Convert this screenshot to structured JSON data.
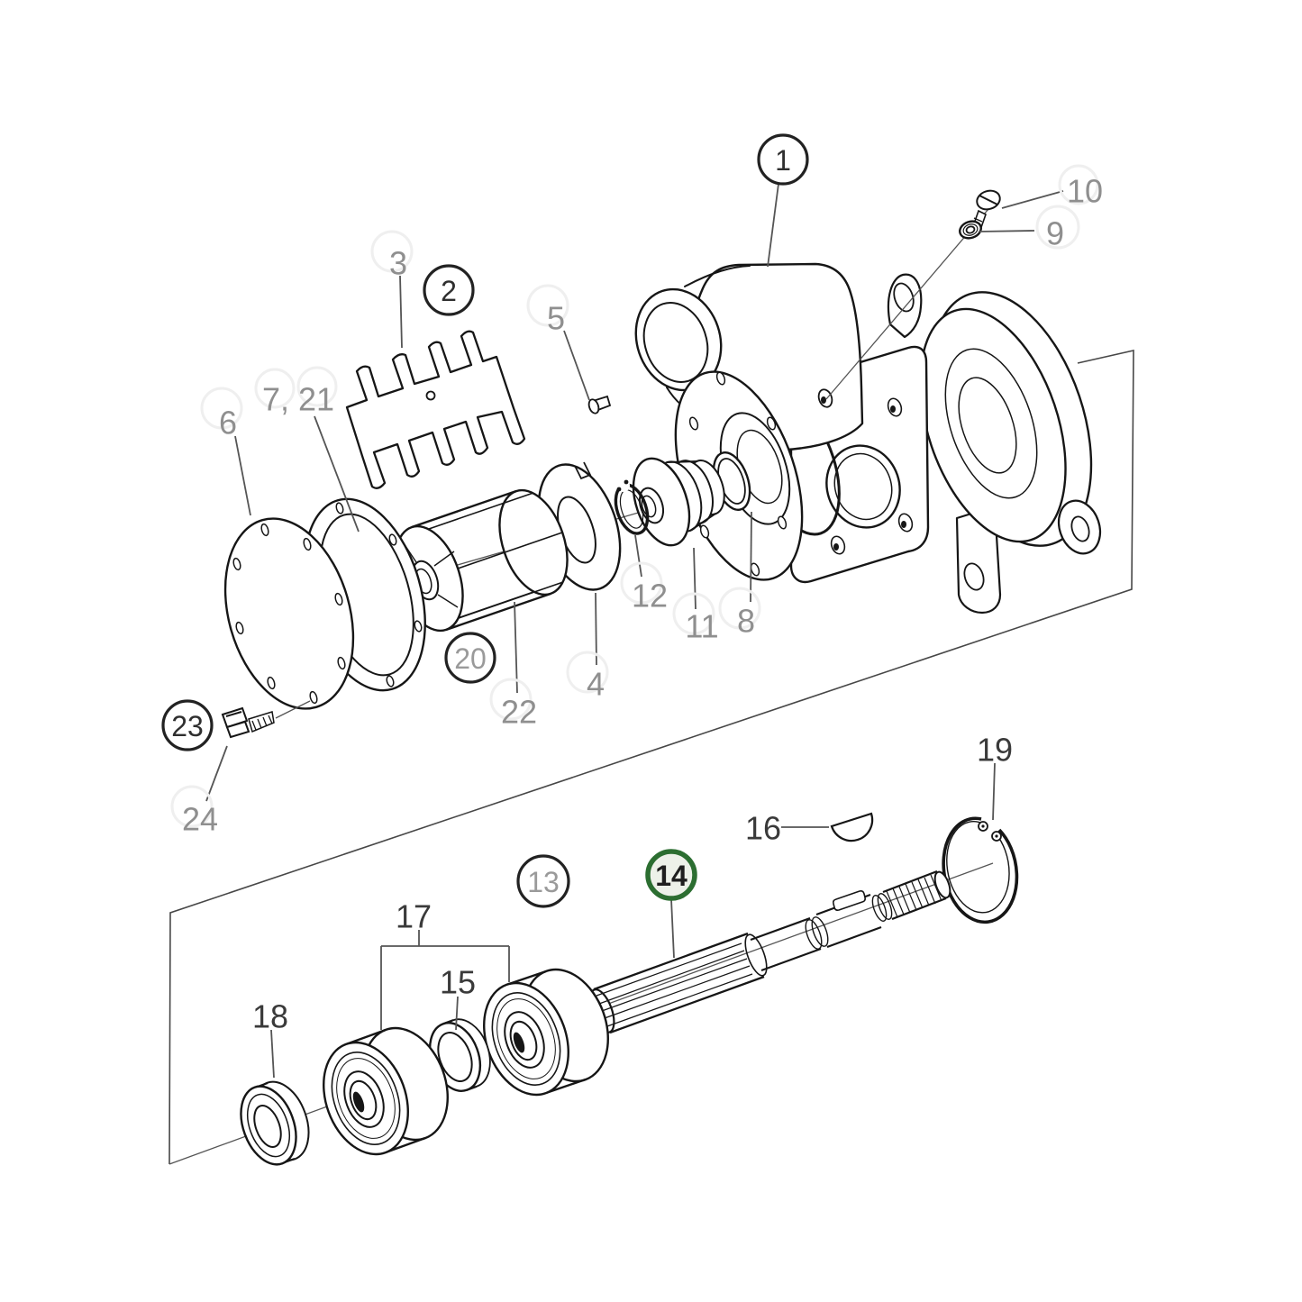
{
  "figure": {
    "background_color": "#ffffff",
    "line_color": "#161616",
    "leader_color": "#555555",
    "muted_label_color": "#8f8f8f",
    "dark_label_color": "#3a3a3a",
    "circle_stroke_color": "#222222",
    "highlight_ring_color": "#2c6e31",
    "highlight_fill_color": "#edf1e9",
    "callouts": [
      {
        "label": "1",
        "style": "circled"
      },
      {
        "label": "2",
        "style": "circled"
      },
      {
        "label": "3",
        "style": "plain-muted"
      },
      {
        "label": "4",
        "style": "plain-muted"
      },
      {
        "label": "5",
        "style": "plain-muted"
      },
      {
        "label": "6",
        "style": "plain-muted"
      },
      {
        "label": "7, 21",
        "style": "plain-muted"
      },
      {
        "label": "8",
        "style": "plain-muted"
      },
      {
        "label": "9",
        "style": "plain-muted"
      },
      {
        "label": "10",
        "style": "plain-muted"
      },
      {
        "label": "11",
        "style": "plain-muted"
      },
      {
        "label": "12",
        "style": "plain-muted"
      },
      {
        "label": "13",
        "style": "circled-muted"
      },
      {
        "label": "14",
        "style": "circled-highlight"
      },
      {
        "label": "15",
        "style": "plain-dark"
      },
      {
        "label": "16",
        "style": "plain-dark"
      },
      {
        "label": "17",
        "style": "plain-dark"
      },
      {
        "label": "18",
        "style": "plain-dark"
      },
      {
        "label": "19",
        "style": "plain-dark"
      },
      {
        "label": "20",
        "style": "circled-muted"
      },
      {
        "label": "22",
        "style": "plain-muted"
      },
      {
        "label": "23",
        "style": "circled"
      },
      {
        "label": "24",
        "style": "plain-muted"
      }
    ]
  }
}
